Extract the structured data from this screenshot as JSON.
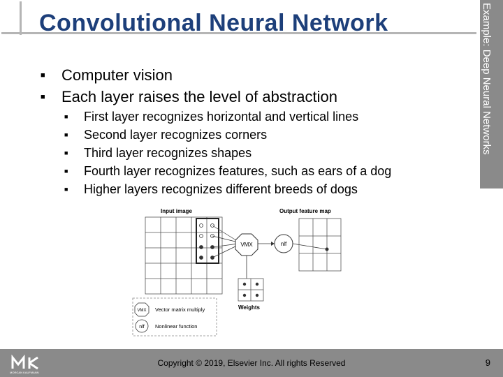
{
  "slide": {
    "title": "Convolutional Neural Network",
    "side_label": "Example: Deep Neural Networks",
    "bullets": [
      {
        "level": 1,
        "text": "Computer vision"
      },
      {
        "level": 1,
        "text": "Each layer raises the level of abstraction"
      },
      {
        "level": 2,
        "text": "First layer recognizes horizontal and vertical lines"
      },
      {
        "level": 2,
        "text": "Second layer recognizes corners"
      },
      {
        "level": 2,
        "text": "Third layer recognizes shapes"
      },
      {
        "level": 2,
        "text": "Fourth layer recognizes features, such as ears of a dog"
      },
      {
        "level": 2,
        "text": "Higher layers recognizes different breeds of dogs"
      }
    ]
  },
  "figure": {
    "input_label": "Input image",
    "output_label": "Output feature map",
    "vmx_label": "VMX",
    "nlf_label": "nlf",
    "weights_label": "Weights",
    "legend": [
      {
        "symbol": "VMX",
        "text": "Vector matrix multiply"
      },
      {
        "symbol": "nlf",
        "text": "Nonlinear function"
      }
    ]
  },
  "footer": {
    "copyright": "Copyright © 2019, Elsevier Inc. All rights Reserved",
    "page_number": "9",
    "logo_text": "MK",
    "logo_subtext": "MORGAN KAUFMANN"
  }
}
